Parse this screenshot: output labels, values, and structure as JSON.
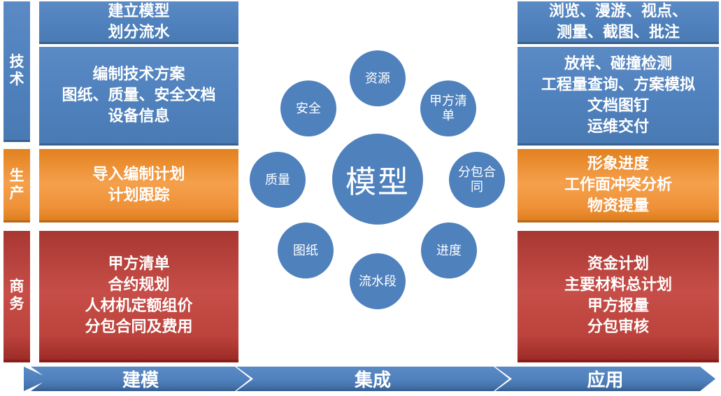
{
  "colors": {
    "blue": "#4f81bd",
    "orange": "#f09a42",
    "red": "#c0504d"
  },
  "rails": [
    {
      "label": "技术"
    },
    {
      "label": "生产"
    },
    {
      "label": "商务"
    }
  ],
  "left_boxes": [
    {
      "lines": [
        "建立模型",
        "划分流水"
      ]
    },
    {
      "lines": [
        "编制技术方案",
        "图纸、质量、安全文档",
        "设备信息"
      ]
    },
    {
      "lines": [
        "导入编制计划",
        "计划跟踪"
      ]
    },
    {
      "lines": [
        "甲方清单",
        "合约规划",
        "人材机定额组价",
        "分包合同及费用"
      ]
    }
  ],
  "right_boxes": [
    {
      "lines": [
        "浏览、漫游、视点、",
        "测量、截图、批注"
      ]
    },
    {
      "lines": [
        "放样、碰撞检测",
        "工程量查询、方案模拟",
        "文档图钉",
        "运维交付"
      ]
    },
    {
      "lines": [
        "形象进度",
        "工作面冲突分析",
        "物资提量"
      ]
    },
    {
      "lines": [
        "资金计划",
        "主要材料总计划",
        "甲方报量",
        "分包审核"
      ]
    }
  ],
  "hub": {
    "center": "模型",
    "satellites": [
      "资源",
      "安全",
      "甲方清单",
      "质量",
      "分包合同",
      "图纸",
      "进度",
      "流水段"
    ]
  },
  "banner": {
    "segments": [
      "建模",
      "集成",
      "应用"
    ]
  }
}
